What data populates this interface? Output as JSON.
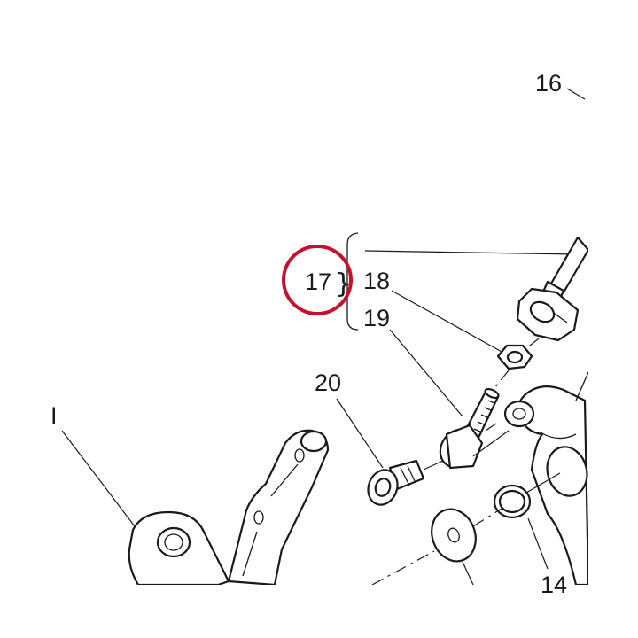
{
  "diagram": {
    "callouts": {
      "c14": "14",
      "c16": "16",
      "c17": "17",
      "c18": "18",
      "c19": "19",
      "c20": "20",
      "cI": "I"
    },
    "highlight_color": "#c8102e",
    "ink_color": "#1a1a1a"
  }
}
